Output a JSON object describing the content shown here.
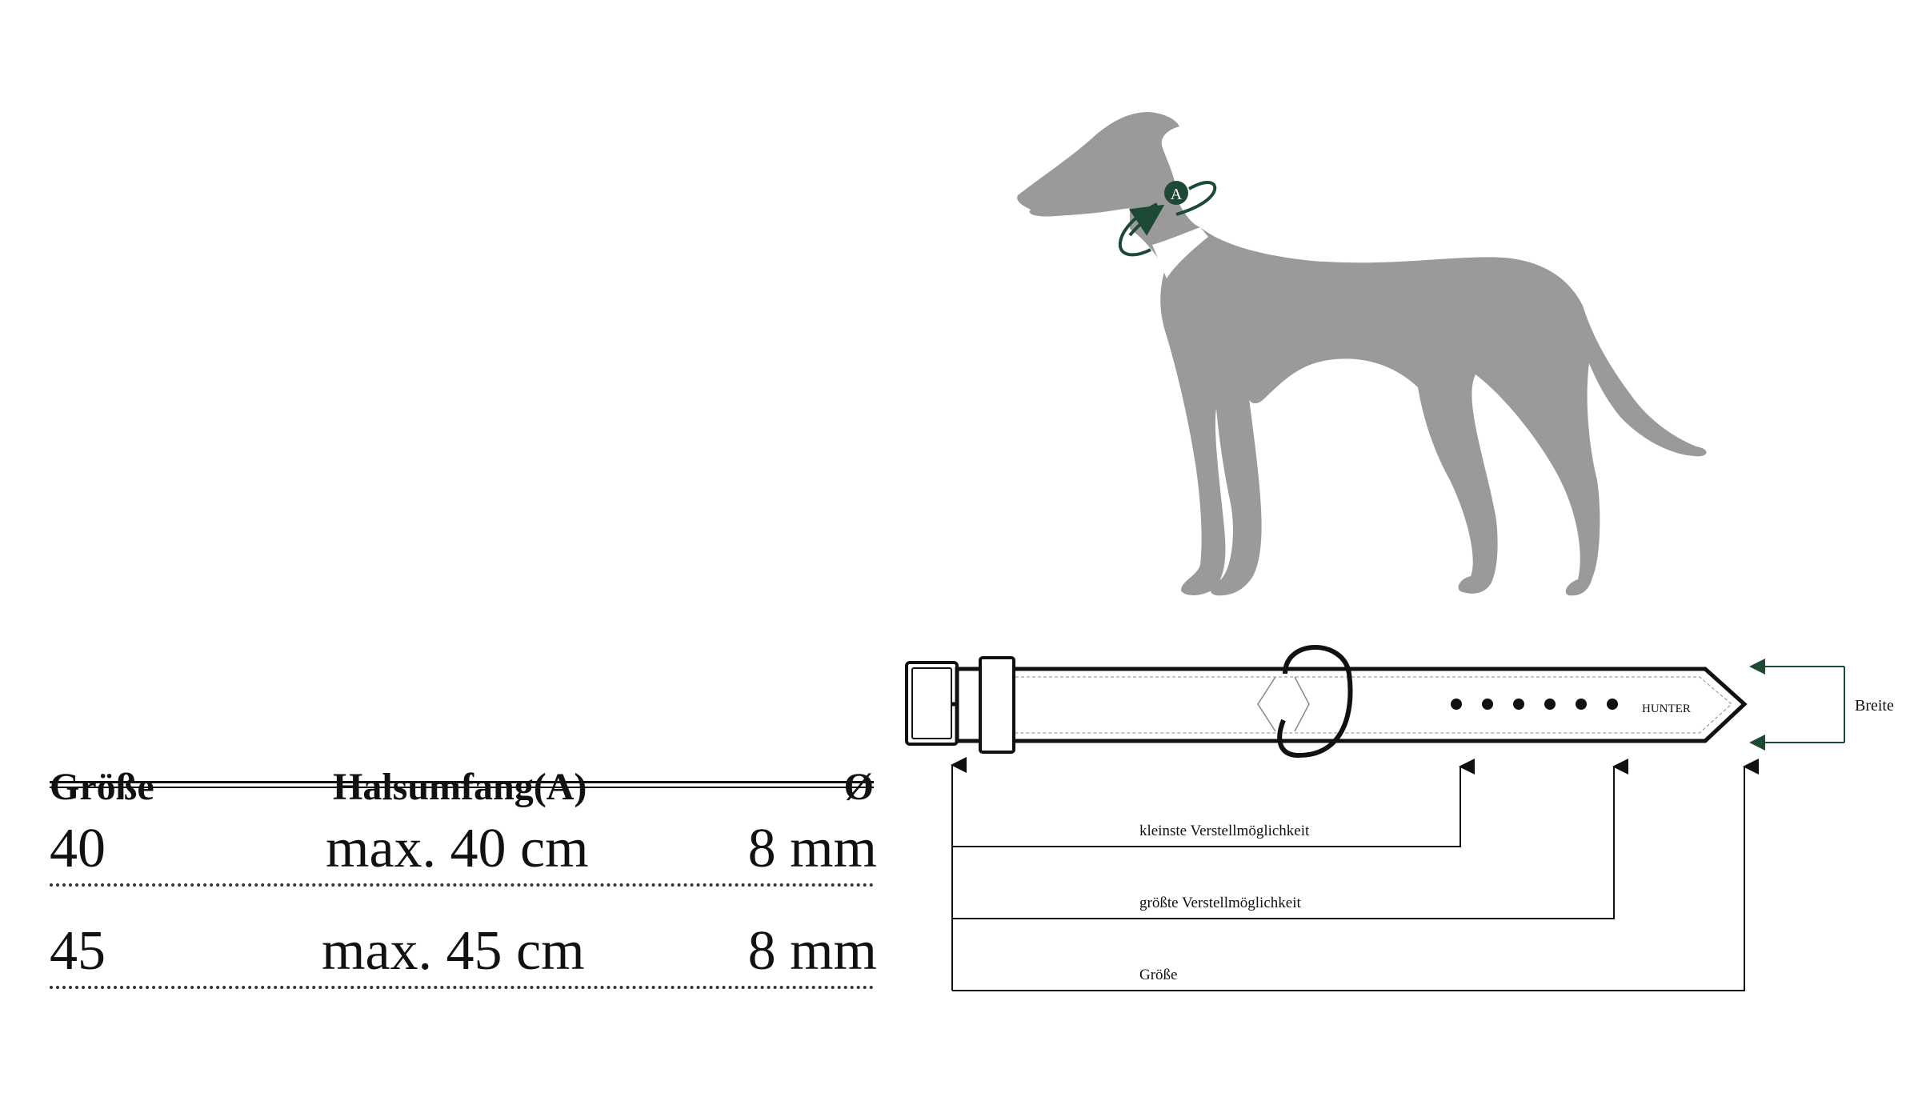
{
  "table": {
    "headers": {
      "size": "Größe",
      "neck": "Halsumfang(A)",
      "diameter": "Ø"
    },
    "rows": [
      {
        "size": "40",
        "neck": "max. 40 cm",
        "diameter": "8 mm"
      },
      {
        "size": "45",
        "neck": "max. 45 cm",
        "diameter": "8 mm"
      }
    ]
  },
  "dog_figure": {
    "marker_label": "A",
    "marker_color": "#1e4a35",
    "silhouette_color": "#9a9a9a"
  },
  "collar_diagram": {
    "brand": "HUNTER",
    "width_label": "Breite",
    "dimension_labels": {
      "smallest": "kleinste Verstellmöglichkeit",
      "largest": "größte Verstellmöglichkeit",
      "size": "Größe"
    },
    "arrow_color": "#1e4a35"
  }
}
